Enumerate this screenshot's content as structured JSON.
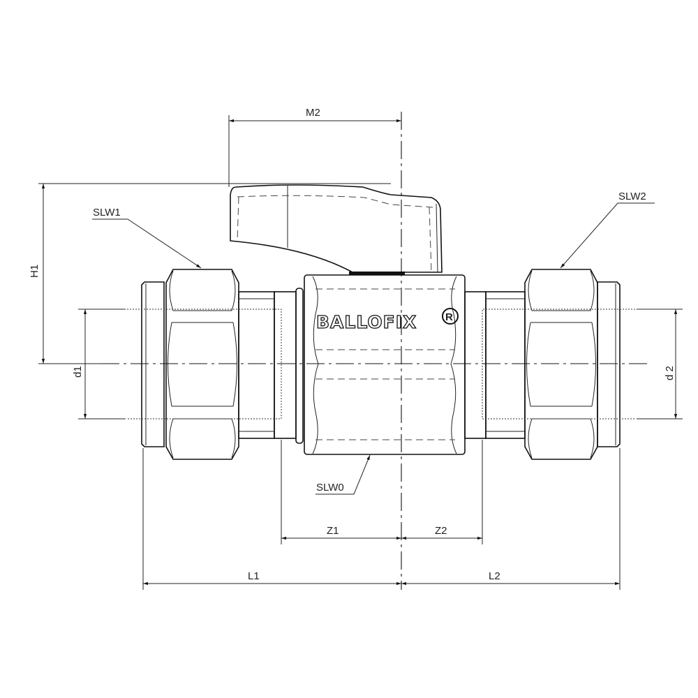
{
  "drawing": {
    "brand_logo": "BALLOFIX",
    "registered_mark": "R",
    "dimensions": {
      "m2": "M2",
      "h1": "H1",
      "d1": "d1",
      "d2": "d 2",
      "z1": "Z1",
      "z2": "Z2",
      "l1": "L1",
      "l2": "L2"
    },
    "callouts": {
      "slw1": "SLW1",
      "slw2": "SLW2",
      "slw0": "SLW0"
    }
  }
}
